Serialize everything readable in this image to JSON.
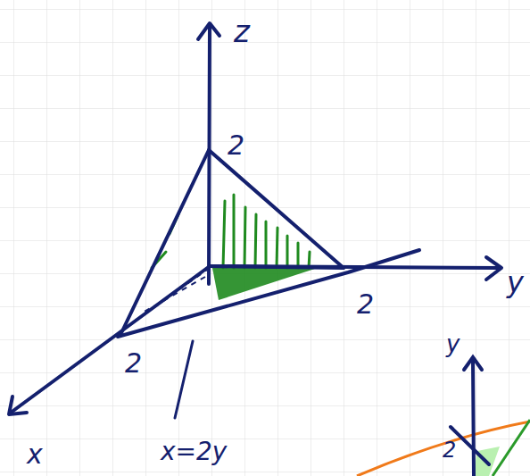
{
  "diagram": {
    "labels": [
      "z",
      "2",
      "y",
      "2",
      "2",
      "x",
      "x=2y",
      "y",
      "2"
    ]
  }
}
